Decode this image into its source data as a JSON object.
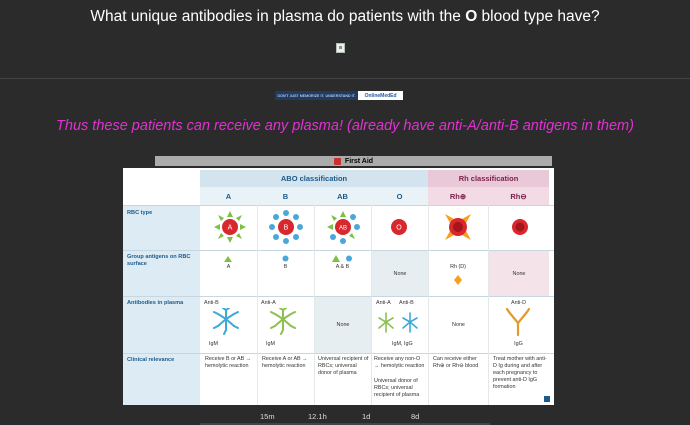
{
  "post": {
    "question_before": "What unique antibodies in plasma do patients with the ",
    "question_bold": "O",
    "question_after": " blood type have?",
    "answer_note": "Thus these patients can receive any plasma! (already have anti-A/anti-B antigens in them)"
  },
  "banner": {
    "tagline": "DON'T JUST MEMORIZE IT. UNDERSTAND IT.",
    "brand": "OnlineMedEd"
  },
  "source_tab": {
    "label": "First Aid"
  },
  "table": {
    "abo_header": "ABO classification",
    "rh_header": "Rh classification",
    "columns": [
      "A",
      "B",
      "AB",
      "O",
      "Rh⊕",
      "Rh⊖"
    ],
    "row_labels": {
      "rbc_type": "RBC type",
      "antigens": "Group antigens on RBC surface",
      "antibodies": "Antibodies in plasma",
      "clinical": "Clinical relevance"
    },
    "antigens": [
      "A",
      "B",
      "A & B",
      "None",
      "Rh (D)",
      "None"
    ],
    "antibodies": {
      "a": {
        "name": "Anti-B",
        "type": "IgM"
      },
      "b": {
        "name": "Anti-A",
        "type": "IgM"
      },
      "ab": "None",
      "o_names": [
        "Anti-A",
        "Anti-B"
      ],
      "o_type": "IgM, IgG",
      "rhpos": "None",
      "rhneg": {
        "name": "Anti-D",
        "type": "IgG"
      }
    },
    "clinical": {
      "a": "Receive B or AB → hemolytic reaction",
      "b": "Receive A or AB → hemolytic reaction",
      "ab": "Universal recipient of RBCs; universal donor of plasma",
      "o_1": "Receive any non-O → hemolytic reaction",
      "o_2": "Universal donor of RBCs; universal recipient of plasma",
      "rhpos": "Can receive either Rh⊕ or Rh⊖ blood",
      "rhneg": "Treat mother with anti-D Ig during and after each pregnancy to prevent anti-D IgG formation"
    },
    "colors": {
      "rbc_red": "#d9272e",
      "antigen_green": "#7cc142",
      "antigen_blue": "#4aa7d8",
      "antigen_orange": "#f4a21d",
      "antibody_blue": "#3fa9d6",
      "antibody_green": "#8cc152",
      "antibody_orange": "#e49a2a"
    }
  },
  "timeline": {
    "created": "15m",
    "last_reply": "12.1h",
    "first": "1d",
    "last": "8d"
  }
}
